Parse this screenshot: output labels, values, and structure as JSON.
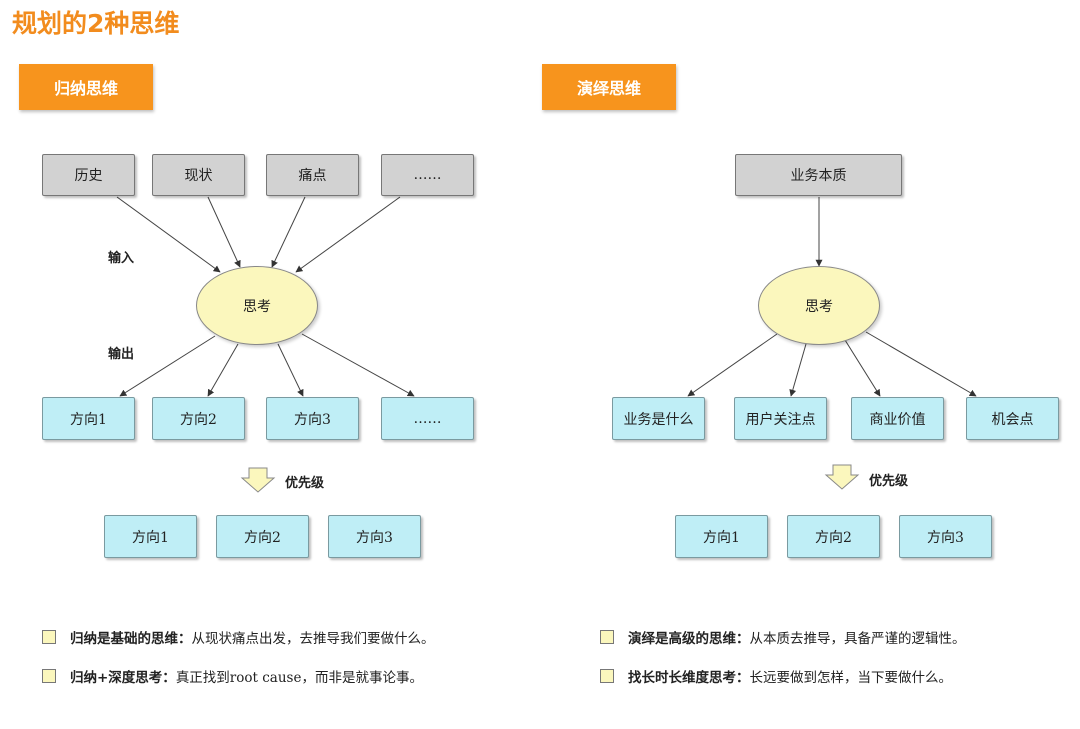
{
  "title": "规划的2种思维",
  "left": {
    "tag": "归纳思维",
    "inputs": [
      "历史",
      "现状",
      "痛点",
      "……"
    ],
    "input_label": "输入",
    "center": "思考",
    "output_label": "输出",
    "outputs": [
      "方向1",
      "方向2",
      "方向3",
      "……"
    ],
    "priority_label": "优先级",
    "priority": [
      "方向1",
      "方向2",
      "方向3"
    ]
  },
  "right": {
    "tag": "演绎思维",
    "input": "业务本质",
    "center": "思考",
    "outputs": [
      "业务是什么",
      "用户关注点",
      "商业价值",
      "机会点"
    ],
    "priority_label": "优先级",
    "priority": [
      "方向1",
      "方向2",
      "方向3"
    ]
  },
  "notes": {
    "left": [
      {
        "bold": "归纳是基础的思维：",
        "text": "从现状痛点出发，去推导我们要做什么。"
      },
      {
        "bold": "归纳+深度思考：",
        "text": "真正找到root cause，而非是就事论事。"
      }
    ],
    "right": [
      {
        "bold": "演绎是高级的思维：",
        "text": "从本质去推导，具备严谨的逻辑性。"
      },
      {
        "bold": "找长时长维度思考：",
        "text": "长远要做到怎样，当下要做什么。"
      }
    ]
  },
  "colors": {
    "accent": "#f7941d",
    "gray_box": "#d2d2d2",
    "cyan_box": "#bfeef6",
    "oval": "#fbf7bd"
  }
}
